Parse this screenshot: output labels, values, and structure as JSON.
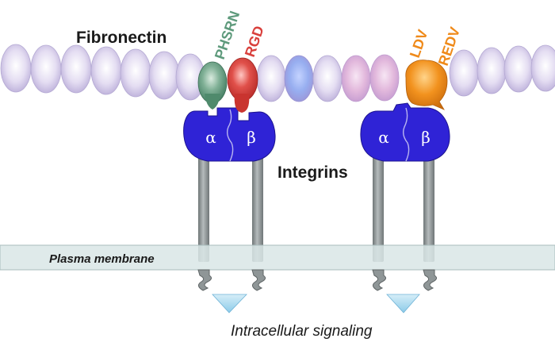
{
  "labels": {
    "fibronectin": "Fibronectin",
    "integrins": "Integrins",
    "plasma_membrane": "Plasma membrane",
    "intracellular_signaling": "Intracellular signaling"
  },
  "motifs": {
    "phsrn": "PHSRN",
    "rgd": "RGD",
    "ldv": "LDV",
    "redv": "REDV"
  },
  "subunits": {
    "alpha": "α",
    "beta": "β"
  },
  "colors": {
    "bead": "#dcd4ee",
    "bead_blue": "#8fa6e6",
    "bead_pink": "#e3b3dc",
    "phsrn": "#5e9a7c",
    "rgd": "#d9403c",
    "ldv_redv": "#ef8a1a",
    "integrin_head": "#2f23d6",
    "stalk": "#8f9697",
    "membrane": "#d9e6e6",
    "signal_arrow": "#a8d8ef",
    "text": "#1a1a1a"
  }
}
